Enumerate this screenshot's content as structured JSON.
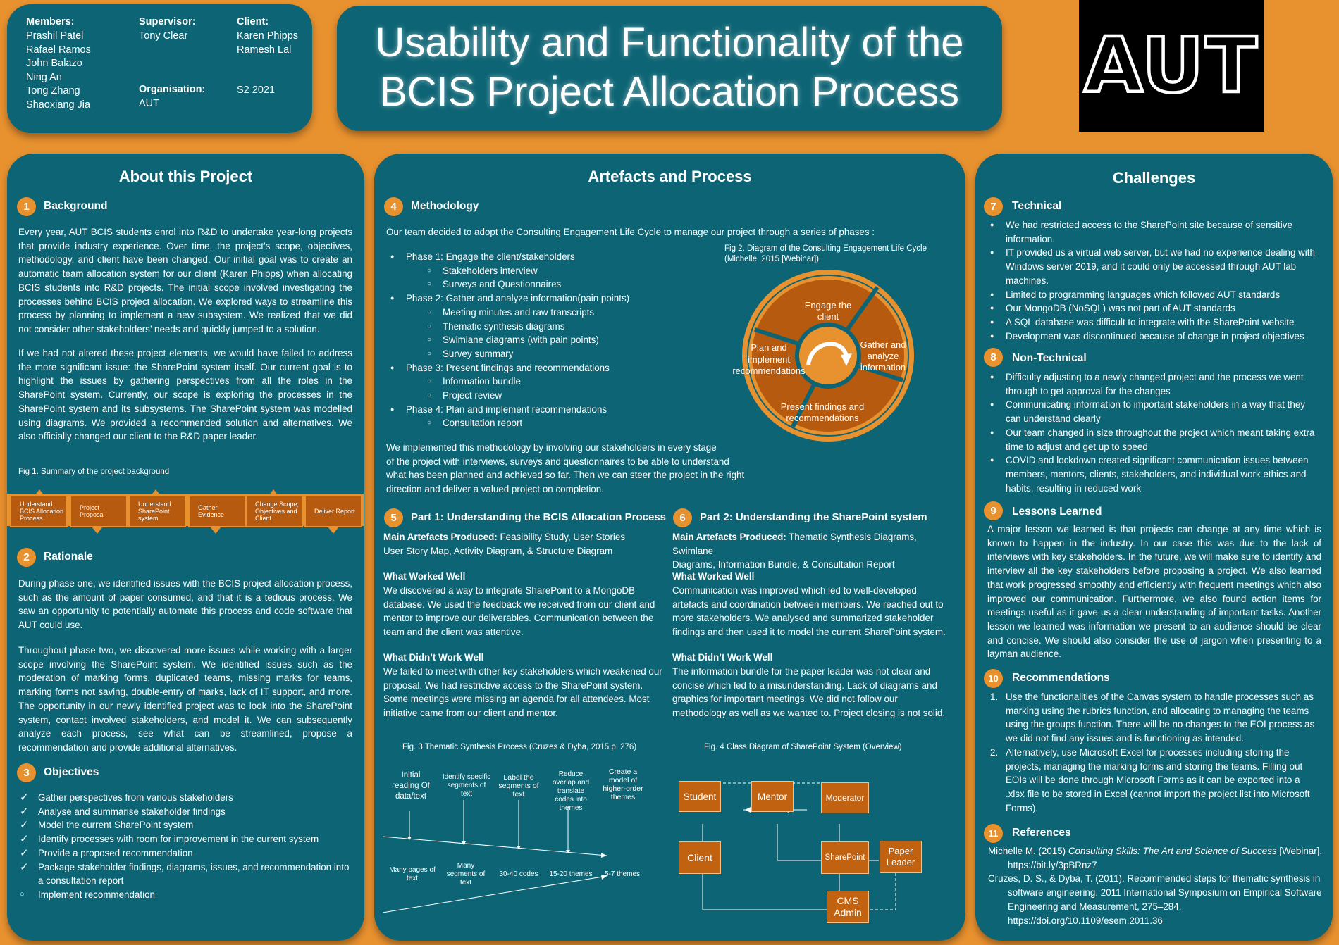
{
  "header": {
    "members_label": "Members:",
    "members": [
      "Prashil Patel",
      "Rafael Ramos",
      "John Balazo",
      "Ning An",
      "Tong Zhang",
      "Shaoxiang Jia"
    ],
    "supervisor_label": "Supervisor:",
    "supervisor": "Tony Clear",
    "client_label": "Client:",
    "clients": [
      "Karen Phipps",
      "Ramesh Lal"
    ],
    "organisation_label": "Organisation:",
    "organisation": "AUT",
    "semester": "S2 2021",
    "title_line1": "Usability and Functionality of the",
    "title_line2": "BCIS Project Allocation Process",
    "logo_text": "AUT"
  },
  "about": {
    "title": "About this Project",
    "bg_num": "1",
    "bg_title": "Background",
    "bg_p1": "Every year, AUT BCIS students enrol into R&D to undertake year-long projects that provide industry experience. Over time, the project’s scope, objectives, methodology, and client have been changed. Our initial goal was to create an automatic team allocation system for our client (Karen Phipps) when allocating BCIS students into R&D projects. The initial scope involved investigating the processes behind BCIS project allocation. We explored ways to streamline this process by planning to implement a new subsystem. We realized that we did not consider other stakeholders’ needs and quickly jumped to a solution.",
    "bg_p2": "If we had not altered these project elements, we would have failed to address the more significant issue: the SharePoint system itself. Our current goal is to highlight the issues by gathering perspectives from all the roles in the SharePoint system. Currently, our scope is exploring the processes in the SharePoint system and its subsystems. The SharePoint system was modelled using diagrams. We provided a recommended solution and alternatives. We also officially changed our client to the R&D paper leader.",
    "fig1_caption": "Fig 1. Summary of the project background",
    "fig1_steps": [
      "Understand BCIS Allocation Process",
      "Project Proposal",
      "Understand SharePoint system",
      "Gather Evidence",
      "Change Scope, Objectives and Client",
      "Deliver Report"
    ],
    "rat_num": "2",
    "rat_title": "Rationale",
    "rat_p1": "During phase one, we identified issues with the BCIS project allocation process, such as the amount of paper consumed, and that it is a tedious process. We saw an opportunity to potentially automate this process and code software that AUT could use.",
    "rat_p2": "Throughout phase two, we discovered more issues while working with a larger scope involving the SharePoint system. We identified issues such as the moderation of marking forms, duplicated teams, missing marks for teams, marking forms not saving, double-entry of marks, lack of IT support, and more. The opportunity in our newly identified project was to look into the SharePoint system, contact involved stakeholders, and model it. We can subsequently analyze each process, see what can be streamlined, propose a recommendation and provide additional alternatives.",
    "obj_num": "3",
    "obj_title": "Objectives",
    "objectives": [
      {
        "mark": "✓",
        "text": "Gather perspectives from various stakeholders"
      },
      {
        "mark": "✓",
        "text": "Analyse and summarise stakeholder findings"
      },
      {
        "mark": "✓",
        "text": "Model the current SharePoint system"
      },
      {
        "mark": "✓",
        "text": "Identify processes with room for improvement in the current system"
      },
      {
        "mark": "✓",
        "text": "Provide a proposed recommendation"
      },
      {
        "mark": "✓",
        "text": "Package stakeholder findings, diagrams, issues, and recommendation into a consultation report"
      },
      {
        "mark": "○",
        "text": "Implement recommendation"
      }
    ]
  },
  "artefacts": {
    "title": "Artefacts and Process",
    "meth_num": "4",
    "meth_title": "Methodology",
    "meth_intro": "Our team decided to adopt the Consulting Engagement Life Cycle to manage our project through a series of phases :",
    "phases": [
      {
        "label": "Phase 1: Engage the client/stakeholders",
        "items": [
          "Stakeholders interview",
          "Surveys and Questionnaires"
        ]
      },
      {
        "label": "Phase 2: Gather and analyze information(pain points)",
        "items": [
          "Meeting minutes and raw transcripts",
          "Thematic synthesis diagrams",
          "Swimlane diagrams (with pain points)",
          "Survey summary"
        ]
      },
      {
        "label": "Phase 3: Present findings and recommendations",
        "items": [
          "Information bundle",
          "Project review"
        ]
      },
      {
        "label": "Phase 4: Plan and implement recommendations",
        "items": [
          "Consultation report"
        ]
      }
    ],
    "fig2_caption_l1": "Fig 2. Diagram of the Consulting Engagement Life Cycle",
    "fig2_caption_l2": "(Michelle, 2015 [Webinar])",
    "cycle": [
      "Engage the client",
      "Gather and analyze information",
      "Present findings and recommendations",
      "Plan and implement recommendations"
    ],
    "meth_outro_l1": "We implemented this methodology by involving our stakeholders in every stage",
    "meth_outro_l2": "of the project with interviews, surveys and questionnaires to be able to understand",
    "meth_outro_l3": "what has been planned and achieved so far. Then we can steer the project in the right",
    "meth_outro_l4": "direction and deliver a valued project on completion.",
    "p1_num": "5",
    "p1_title": "Part 1: Understanding the BCIS Allocation Process",
    "p1_art_label": "Main Artefacts Produced:",
    "p1_art_l1": " Feasibility Study, User Stories",
    "p1_art_l2": "User Story Map, Activity Diagram, &  Structure Diagram",
    "p1_worked_title": "What Worked Well",
    "p1_worked": "We discovered a way to integrate SharePoint to a MongoDB database. We used the feedback we received from our client and mentor to improve our deliverables. Communication between the team and the client was attentive.",
    "p1_didnt_title": "What Didn’t Work Well",
    "p1_didnt": "We failed to meet with other key stakeholders which weakened our proposal. We had restrictive access to the SharePoint system. Some meetings were missing an agenda for all attendees. Most initiative came from our client and mentor.",
    "p2_num": "6",
    "p2_title": "Part 2: Understanding the SharePoint system",
    "p2_art_label": "Main Artefacts Produced:",
    "p2_art_l1": " Thematic Synthesis Diagrams, Swimlane",
    "p2_art_l2": "Diagrams, Information Bundle, & Consultation Report",
    "p2_worked_title": "What Worked Well",
    "p2_worked": "Communication was improved which led to well-developed artefacts and coordination between members. We reached out to more stakeholders. We analysed and summarized stakeholder findings and then used it to model the current SharePoint system.",
    "p2_didnt_title": "What Didn’t Work Well",
    "p2_didnt": "The information bundle for the paper leader was not clear and concise which led to a misunderstanding. Lack of diagrams and graphics for important meetings. We did not follow our methodology as well as we wanted to. Project closing is not solid.",
    "fig3_caption": "Fig. 3 Thematic Synthesis Process (Cruzes & Dyba, 2015 p. 276)",
    "fig3_steps": [
      "Initial reading Of data/text",
      "Identify specific segments of text",
      "Label the segments of text",
      "Reduce overlap and translate codes into themes",
      "Create a model of higher-order themes"
    ],
    "fig3_counts": [
      "Many pages of text",
      "Many segments of text",
      "30-40 codes",
      "15-20 themes",
      "5-7 themes"
    ],
    "fig4_caption": "Fig. 4 Class Diagram of SharePoint System (Overview)",
    "fig4_nodes": {
      "student": "Student",
      "mentor": "Mentor",
      "moderator": "Moderator",
      "client": "Client",
      "sharepoint": "SharePoint",
      "paper_leader": "Paper Leader",
      "cms_admin": "CMS Admin"
    }
  },
  "challenges": {
    "title": "Challenges",
    "tech_num": "7",
    "tech_title": "Technical",
    "technical": [
      "We had restricted access to the SharePoint site because of sensitive information.",
      "IT provided us a virtual web server, but we had no experience dealing with Windows server 2019, and it could only be accessed through AUT lab machines.",
      "Limited to programming languages which followed AUT standards",
      "Our MongoDB (NoSQL) was not part of AUT standards",
      "A SQL database was difficult to integrate with the SharePoint website",
      "Development was discontinued because of change in project objectives"
    ],
    "nontech_num": "8",
    "nontech_title": "Non-Technical",
    "nontechnical": [
      "Difficulty adjusting to a newly changed project and the process we went through to get approval for the changes",
      "Communicating information to important stakeholders in a way that they can understand clearly",
      "Our team changed in size throughout the project which meant taking extra time to adjust and get up to speed",
      "COVID and lockdown created significant communication issues between members, mentors, clients, stakeholders,  and individual work ethics and habits, resulting in reduced work"
    ],
    "lessons_num": "9",
    "lessons_title": "Lessons Learned",
    "lessons": "A major lesson we learned is that projects can change at any time which is known to happen in the industry. In our case this was due to the lack of interviews with key stakeholders. In the future, we will make sure to identify and interview all the key stakeholders before proposing a project. We also learned that work progressed smoothly and efficiently with frequent meetings which also improved our communication. Furthermore, we also found action items for meetings useful as it gave us a clear understanding of important tasks. Another lesson we learned was information we present to an audience should be clear and concise. We should also consider the use of jargon when presenting to a layman audience.",
    "rec_num": "10",
    "rec_title": "Recommendations",
    "recommendations": [
      {
        "n": "1.",
        "text": "Use the functionalities of the Canvas system to handle processes such as marking using the rubrics function, and allocating to managing the teams using the groups function. There will be no changes to the EOI process as we did not find any issues and is functioning as intended."
      },
      {
        "n": "2.",
        "text": "Alternatively, use Microsoft Excel for processes including storing the projects, managing the marking forms and storing the teams. Filling out EOIs will be done through Microsoft Forms as it can be exported into a .xlsx file to be stored in Excel (cannot import the project list into Microsoft Forms)."
      }
    ],
    "ref_num": "11",
    "ref_title": "References",
    "ref1_a": "Michelle M. (2015) ",
    "ref1_b": "Consulting Skills: The Art and Science of Success",
    "ref1_c": " [Webinar].",
    "ref1_url": "https://bit.ly/3pBRnz7",
    "ref2": "Cruzes, D. S., & Dyba, T. (2011). Recommended steps for thematic synthesis in software engineering. 2011 International Symposium on Empirical Software Engineering and Measurement, 275–284.",
    "ref2_url": "https://doi.org/10.1109/esem.2011.36"
  },
  "colors": {
    "background": "#e8912f",
    "panel": "#0d6474",
    "accent": "#c0620f"
  }
}
